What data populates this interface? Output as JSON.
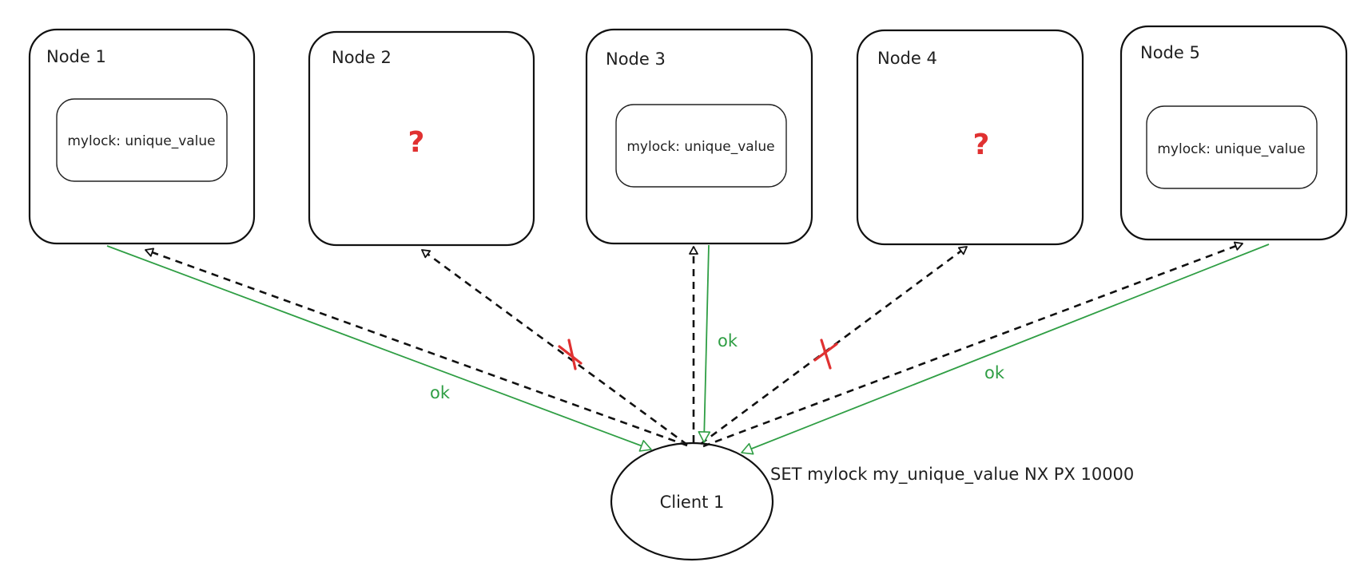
{
  "nodes": [
    {
      "title": "Node 1",
      "content": "mylock: unique_value",
      "state": "set"
    },
    {
      "title": "Node 2",
      "content": "?",
      "state": "unknown"
    },
    {
      "title": "Node 3",
      "content": "mylock: unique_value",
      "state": "set"
    },
    {
      "title": "Node 4",
      "content": "?",
      "state": "unknown"
    },
    {
      "title": "Node 5",
      "content": "mylock: unique_value",
      "state": "set"
    }
  ],
  "client": {
    "label": "Client 1",
    "command": "SET mylock my_unique_value NX PX 10000"
  },
  "responses": [
    {
      "node": "Node 1",
      "label": "ok"
    },
    {
      "node": "Node 3",
      "label": "ok"
    },
    {
      "node": "Node 5",
      "label": "ok"
    }
  ],
  "failed_requests": [
    "Node 2",
    "Node 4"
  ],
  "colors": {
    "ok": "#2f9e44",
    "failure": "#e03131",
    "request": "#111111"
  }
}
